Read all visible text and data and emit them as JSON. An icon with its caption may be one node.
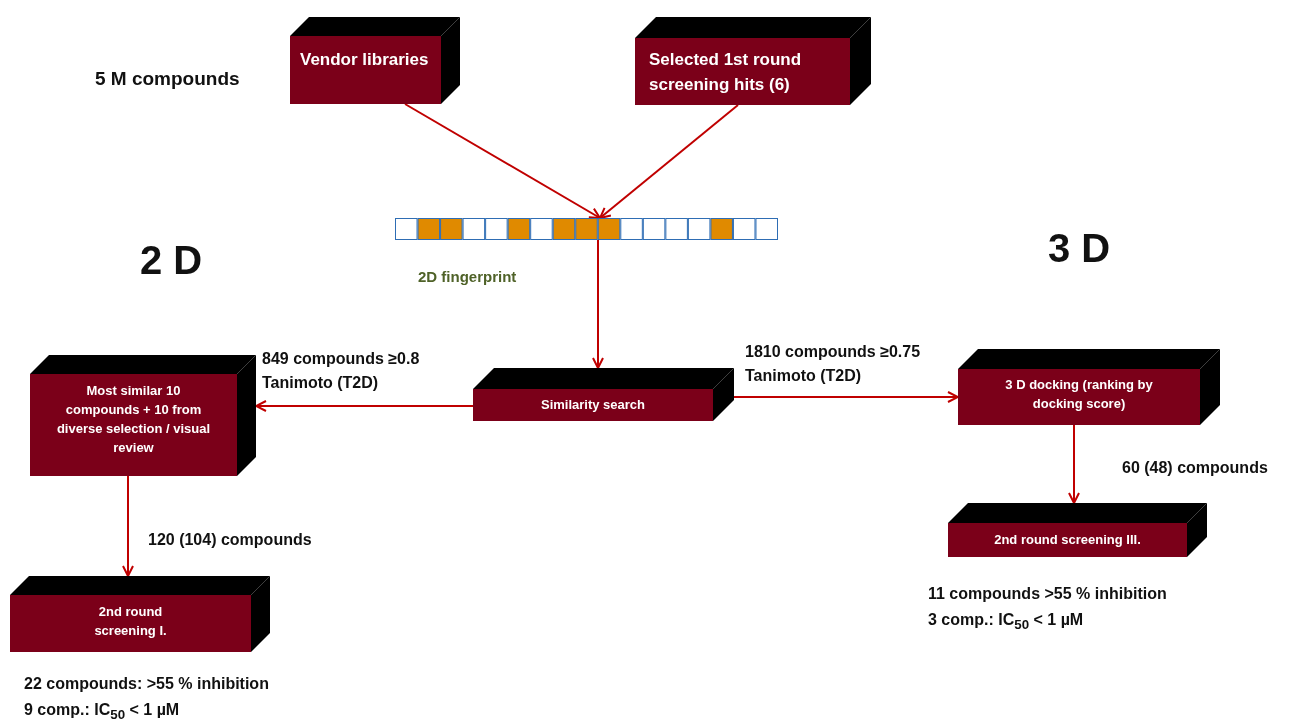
{
  "diagram": {
    "nodes": [
      {
        "text": [
          "Vendor libraries"
        ],
        "beside": [
          "5 M compounds"
        ]
      },
      {
        "text": [
          "Selected 1st round screening hits (6)"
        ]
      },
      {
        "text": [],
        "shape": "bar",
        "beside": [
          "2D fingerprint"
        ]
      },
      {
        "text": [
          "Similarity  search"
        ]
      },
      {
        "text": [
          "Most similar 10 compounds + 10 from diverse selection / visual review"
        ]
      },
      {
        "text": [
          "2nd round screening I."
        ],
        "beside": [
          "22 compounds:  >55 % inhibition",
          "9 comp.: IC$_{50}$ < 1 µM"
        ]
      },
      {
        "text": [
          "3 D docking (ranking by docking score)"
        ]
      },
      {
        "text": [
          "2nd round screening III."
        ],
        "beside": [
          "11 compounds  >55 % inhibition",
          "3 comp.: IC$_{50}$ < 1 µM"
        ]
      }
    ],
    "edges": [
      {
        "from": 0,
        "to": 2,
        "arrow": "to"
      },
      {
        "from": 1,
        "to": 2,
        "arrow": "to"
      },
      {
        "from": 2,
        "to": 3,
        "arrow": "to"
      },
      {
        "from": 3,
        "to": 4,
        "arrow": "to",
        "label": "849 compounds ≥0.8 Tanimoto (T2D)"
      },
      {
        "from": 3,
        "to": 6,
        "arrow": "to",
        "label": "1810 compounds ≥0.75 Tanimoto (T2D)"
      },
      {
        "from": 4,
        "to": 5,
        "arrow": "to",
        "label": "120 (104) compounds"
      },
      {
        "from": 6,
        "to": 7,
        "arrow": "to",
        "label": "60 (48) compounds"
      }
    ],
    "labels": [
      "2 D",
      "3 D"
    ]
  }
}
